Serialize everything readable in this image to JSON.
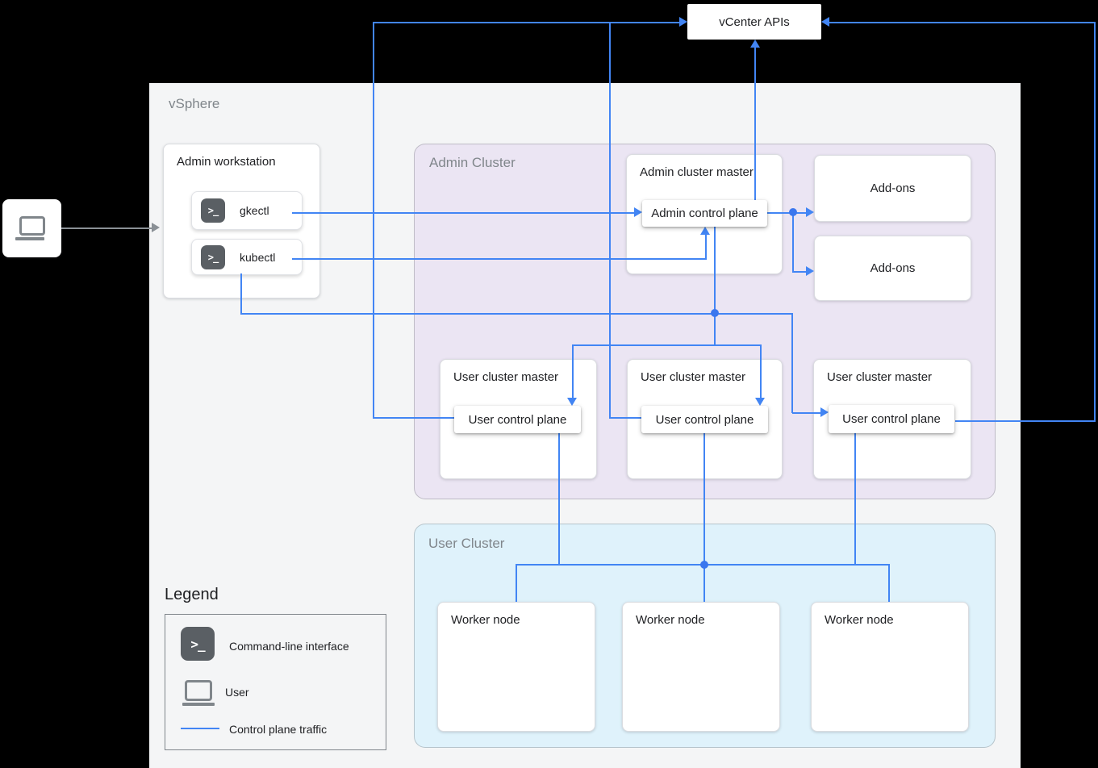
{
  "colors": {
    "control_plane_traffic": "#4285f4",
    "user_arrow_gray": "#8a9096",
    "vsphere_bg": "#f4f5f6",
    "admin_cluster_bg": "#ebe5f3",
    "user_cluster_bg": "#dff2fb",
    "canvas_bg": "#000000"
  },
  "vcenter": {
    "label": "vCenter APIs"
  },
  "vsphere": {
    "label": "vSphere"
  },
  "admin_workstation": {
    "title": "Admin workstation",
    "tools": [
      {
        "icon": "terminal-icon",
        "glyph": ">_",
        "label": "gkectl"
      },
      {
        "icon": "terminal-icon",
        "glyph": ">_",
        "label": "kubectl"
      }
    ]
  },
  "admin_cluster": {
    "label": "Admin Cluster",
    "master": {
      "title": "Admin cluster master",
      "control_plane": "Admin control plane"
    },
    "addons": [
      {
        "label": "Add-ons"
      },
      {
        "label": "Add-ons"
      }
    ],
    "user_masters": [
      {
        "title": "User cluster master",
        "control_plane": "User control plane"
      },
      {
        "title": "User cluster master",
        "control_plane": "User control plane"
      },
      {
        "title": "User cluster master",
        "control_plane": "User control plane"
      }
    ]
  },
  "user_cluster": {
    "label": "User Cluster",
    "workers": [
      {
        "title": "Worker node"
      },
      {
        "title": "Worker node"
      },
      {
        "title": "Worker node"
      }
    ]
  },
  "legend": {
    "title": "Legend",
    "items": [
      {
        "icon": "terminal-icon",
        "glyph": ">_",
        "label": "Command-line interface"
      },
      {
        "icon": "laptop-icon",
        "label": "User"
      },
      {
        "icon": "control-plane-line",
        "label": "Control plane traffic"
      }
    ]
  }
}
